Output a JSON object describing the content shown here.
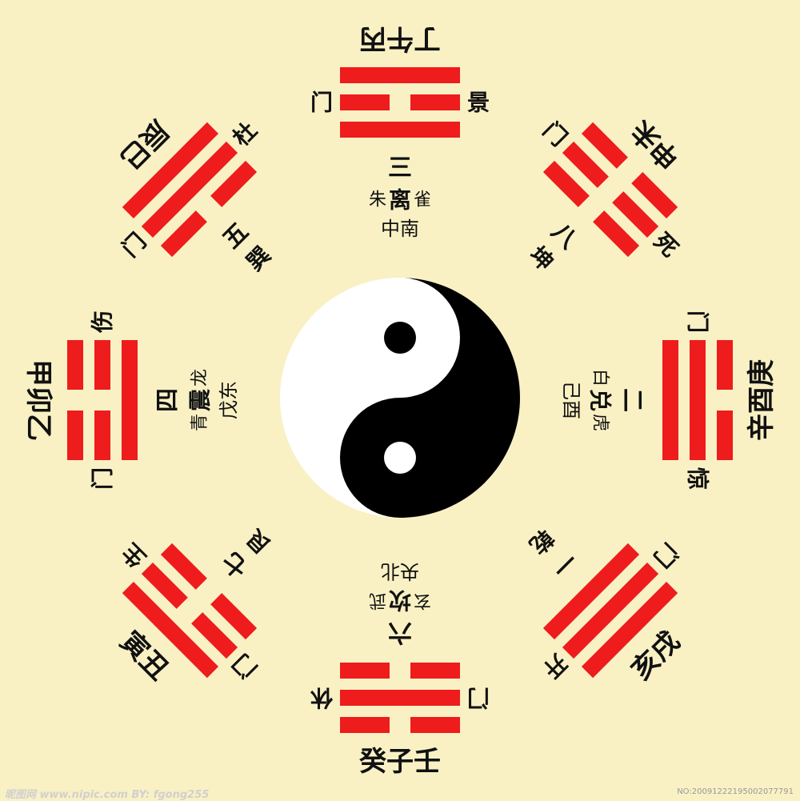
{
  "colors": {
    "background": "#f9f1c4",
    "trigram": "#ee1c1c",
    "ink": "#111111",
    "yin": "#000000",
    "yang": "#ffffff"
  },
  "palaces": [
    {
      "id": "li",
      "lines": [
        1,
        0,
        1
      ],
      "stems": "丁午丙",
      "door_l": "门",
      "door_r": "景",
      "number": "三",
      "inner1": "中南",
      "inner2a": "朱",
      "inner2b": "离",
      "inner2c": "雀"
    },
    {
      "id": "kun",
      "lines": [
        0,
        0,
        0
      ],
      "stems": "申未",
      "door_l": "门",
      "door_r": "死",
      "number": "八",
      "inner1": "",
      "inner2a": "",
      "inner2b": "坤",
      "inner2c": ""
    },
    {
      "id": "dui",
      "lines": [
        0,
        1,
        1
      ],
      "stems": "辛酉庚",
      "door_l": "门",
      "door_r": "惊",
      "number": "二",
      "inner1": "己酉",
      "inner2a": "白",
      "inner2b": "兑",
      "inner2c": "虎"
    },
    {
      "id": "qian",
      "lines": [
        1,
        1,
        1
      ],
      "stems": "亥戌",
      "door_l": "门",
      "door_r": "开",
      "number": "一",
      "inner1": "",
      "inner2a": "",
      "inner2b": "乾",
      "inner2c": ""
    },
    {
      "id": "kan",
      "lines": [
        0,
        1,
        0
      ],
      "stems": "癸子壬",
      "door_l": "门",
      "door_r": "休",
      "number": "六",
      "inner1": "央北",
      "inner2a": "玄",
      "inner2b": "坎",
      "inner2c": "武"
    },
    {
      "id": "gen",
      "lines": [
        1,
        0,
        0
      ],
      "stems": "寅丑",
      "door_l": "门",
      "door_r": "生",
      "number": "七",
      "inner1": "",
      "inner2a": "",
      "inner2b": "艮",
      "inner2c": ""
    },
    {
      "id": "zhen",
      "lines": [
        0,
        0,
        1
      ],
      "stems": "甲卯乙",
      "door_l": "门",
      "door_r": "伤",
      "number": "四",
      "inner1": "戊东",
      "inner2a": "青",
      "inner2b": "震",
      "inner2c": "龙"
    },
    {
      "id": "xun",
      "lines": [
        1,
        1,
        0
      ],
      "stems": "辰巳",
      "door_l": "门",
      "door_r": "杜",
      "number": "五",
      "inner1": "",
      "inner2a": "",
      "inner2b": "巽",
      "inner2c": ""
    }
  ],
  "watermark": {
    "left": "昵图网 www.nipic.com    BY: fgong255",
    "right": "NO:20091222195002077791"
  }
}
